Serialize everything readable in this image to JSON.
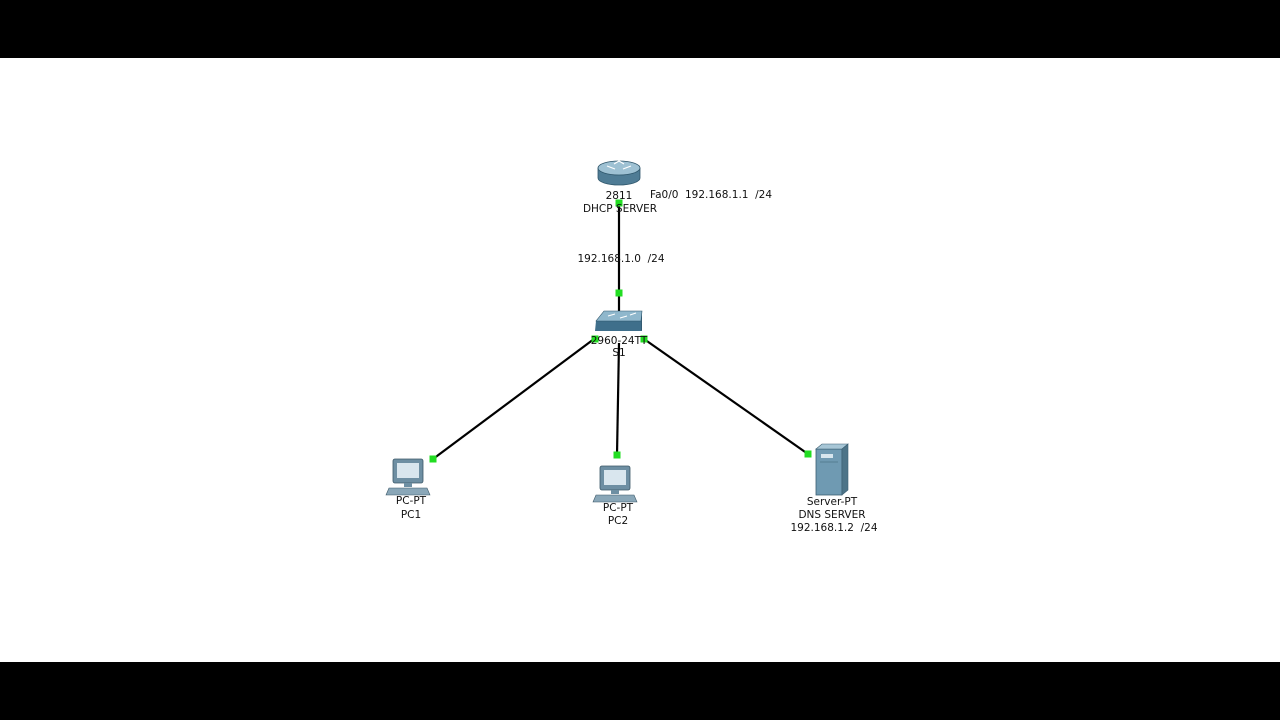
{
  "colors": {
    "background": "#000000",
    "canvas": "#ffffff",
    "link": "#000000",
    "port_up": "#22dd22"
  },
  "devices": {
    "router": {
      "icon": "router-icon",
      "model": "2811",
      "name": "DHCP SERVER",
      "interface": "Fa0/0",
      "ip": "192.168.1.1  /24"
    },
    "switch": {
      "icon": "switch-icon",
      "model": "2960-24TT",
      "name": "S1"
    },
    "pc1": {
      "icon": "pc-icon",
      "model": "PC-PT",
      "name": "PC1"
    },
    "pc2": {
      "icon": "pc-icon",
      "model": "PC-PT",
      "name": "PC2"
    },
    "server": {
      "icon": "server-icon",
      "model": "Server-PT",
      "name": "DNS SERVER",
      "ip": "192.168.1.2  /24"
    }
  },
  "network": {
    "label": "192.168.1.0  /24"
  }
}
